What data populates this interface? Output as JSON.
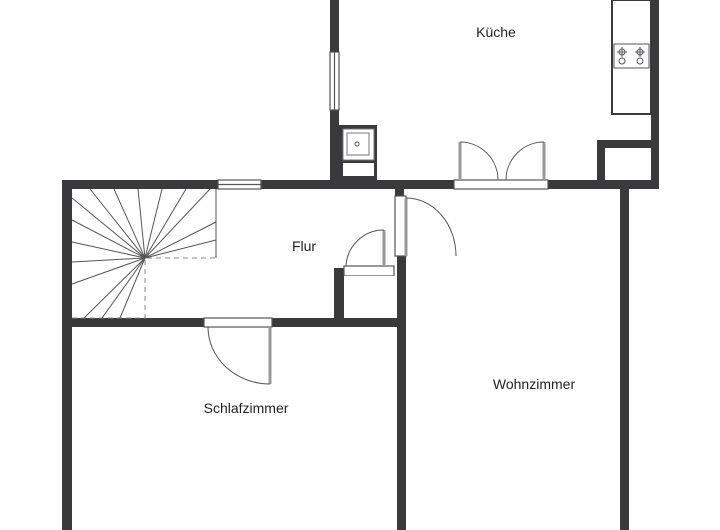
{
  "rooms": {
    "kitchen": "Küche",
    "hallway": "Flur",
    "bedroom": "Schlafzimmer",
    "living_room": "Wohnzimmer"
  },
  "colors": {
    "wall": "#3a3a3c",
    "line": "#555555",
    "fixture_fill": "#ffffff",
    "frame_gray": "#8a8a8a"
  }
}
